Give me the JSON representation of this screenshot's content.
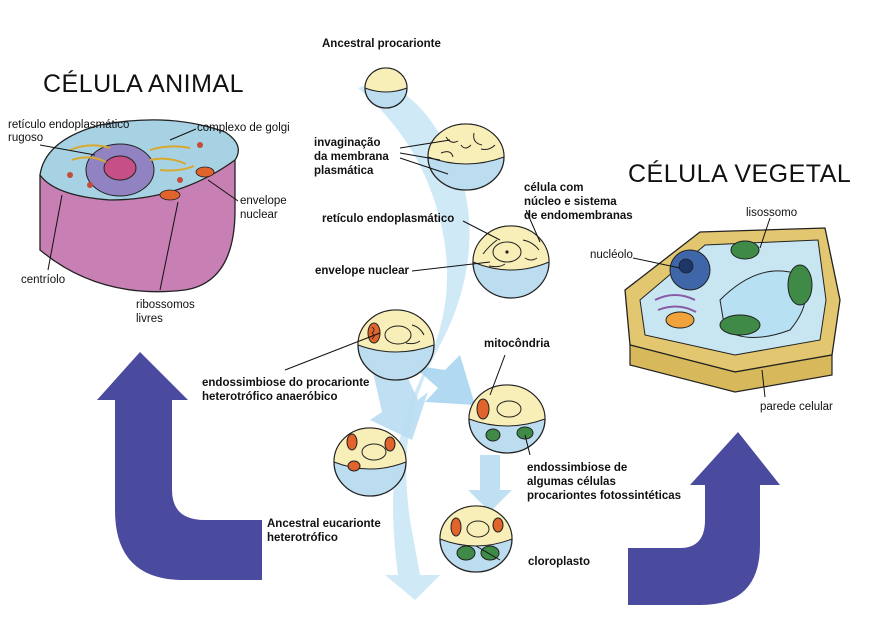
{
  "titles": {
    "animal": "CÉLULA ANIMAL",
    "vegetal": "CÉLULA VEGETAL"
  },
  "animal_labels": {
    "reticulo_rugoso": "retículo endoplasmático\nrugoso",
    "golgi": "complexo de golgi",
    "envelope": "envelope\nnuclear",
    "centriolo": "centríolo",
    "ribossomos": "ribossomos\nlivres"
  },
  "vegetal_labels": {
    "lisossomo": "lisossomo",
    "nucleolo": "nucléolo",
    "parede": "parede celular"
  },
  "stages": {
    "ancestral_procarionte": "Ancestral procarionte",
    "invaginacao": "invaginação\nda membrana\nplasmática",
    "celula_nucleo": "célula com\nnúcleo e sistema\nde endomembranas",
    "reticulo": "retículo endoplasmático",
    "envelope_nuclear": "envelope nuclear",
    "mitocondria": "mitocôndria",
    "endossimbiose_heterotrofico": "endossimbiose do procarionte\nheterotrófico anaeróbico",
    "endossimbiose_fotossinteticas": "endossimbiose de\nalgumas células\nprocariontes fotossintéticas",
    "ancestral_eucarionte": "Ancestral eucarionte\nheterotrófico",
    "cloroplasto": "cloroplasto"
  },
  "colors": {
    "flow_arrow": "#cde8f6",
    "side_arrow": "#4a4a9e",
    "cell_top": "#f8eeb8",
    "cell_bottom": "#bcdcef",
    "mitochondria": "#e0642c",
    "chloroplast": "#3e8a46",
    "animal_body": "#c77fb4",
    "plant_wall": "#e3c670"
  }
}
